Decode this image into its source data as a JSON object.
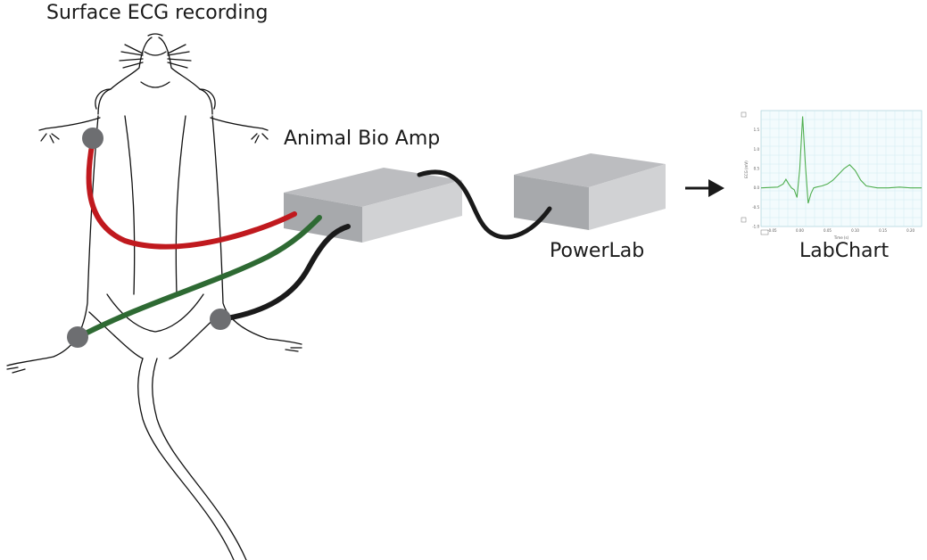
{
  "labels": {
    "title": "Surface ECG recording",
    "bioamp": "Animal Bio Amp",
    "powerlab": "PowerLab",
    "labchart": "LabChart"
  },
  "colors": {
    "lead_red": "#c0191e",
    "lead_green": "#2e6a33",
    "lead_black": "#1a1a1a",
    "electrode": "#6d6e71",
    "box_top": "#bcbdc0",
    "box_front": "#d1d2d4",
    "box_side": "#a7a9ac",
    "ecg_trace": "#4fae4f",
    "chart_grid": "#c8e8f0",
    "chart_bg": "#f3fbfd"
  },
  "icons": {
    "arrow": "right-arrow-icon",
    "mouse": "mouse-outline-icon",
    "electrode": "electrode-dot-icon"
  },
  "chart_data": {
    "type": "line",
    "title": "",
    "xlabel": "Time (s)",
    "ylabel": "ECG (mV)",
    "x_ticks": [
      "-0.05",
      "0.00",
      "0.05",
      "0.10",
      "0.15",
      "0.20"
    ],
    "y_ticks": [
      "1.5",
      "1.0",
      "0.5",
      "0.0",
      "-0.5",
      "-1.0"
    ],
    "xlim": [
      -0.07,
      0.22
    ],
    "ylim": [
      -1.0,
      2.0
    ],
    "grid": true,
    "series": [
      {
        "x": [
          -0.07,
          -0.04,
          -0.03,
          -0.025,
          -0.02,
          -0.015,
          -0.01,
          -0.005,
          0.0,
          0.005,
          0.01,
          0.015,
          0.02,
          0.025,
          0.03,
          0.04,
          0.05,
          0.06,
          0.07,
          0.08,
          0.09,
          0.1,
          0.11,
          0.12,
          0.14,
          0.16,
          0.18,
          0.2,
          0.22
        ],
        "values": [
          0.0,
          0.02,
          0.1,
          0.22,
          0.1,
          0.0,
          -0.05,
          -0.25,
          0.5,
          1.85,
          0.6,
          -0.4,
          -0.15,
          0.0,
          0.02,
          0.05,
          0.1,
          0.2,
          0.35,
          0.5,
          0.6,
          0.45,
          0.2,
          0.05,
          0.0,
          0.0,
          0.02,
          0.0,
          0.0
        ]
      }
    ]
  }
}
